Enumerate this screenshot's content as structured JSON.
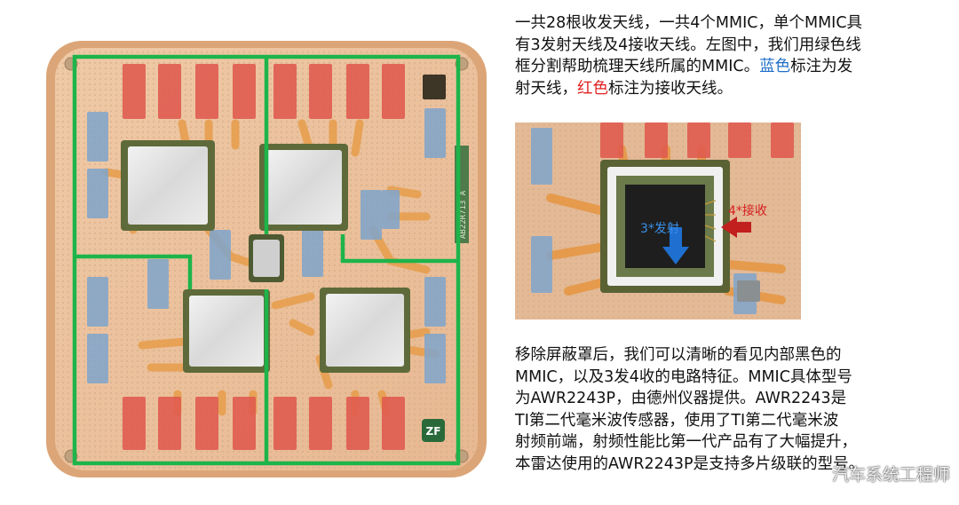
{
  "top_text": {
    "line1": "一共28根收发天线，一共4个MMIC，单个MMIC具",
    "line2": "有3发射天线及4接收天线。左图中，我们用绿色线",
    "line3": "框分割帮助梳理天线所属的MMIC。",
    "line3_blue": "蓝色",
    "line3_end": "标注为发",
    "line4_start": "射天线，",
    "line4_red": "红色",
    "line4_end": "标注为接收天线。"
  },
  "bottom_text": {
    "line1": "移除屏蔽罩后，我们可以清晰的看见内部黑色的",
    "line2": "MMIC，以及3发4收的电路特征。MMIC具体型号",
    "line3": "为AWR2243P，由德州仪器提供。AWR2243是",
    "line4": "TI第二代毫米波传感器，使用了TI第二代毫米波",
    "line5": "射频前端，射频性能比第一代产品有了大幅提升，",
    "line6": "本雷达使用的AWR2243P是支持多片级联的型号。"
  },
  "detail_labels": {
    "tx": "3*发射",
    "rx": "4*接收"
  },
  "board": {
    "silkscreen": "AB22R713 A",
    "logo": "ZF"
  },
  "watermark": "汽车系统工程师",
  "colors": {
    "pcb": "#e8b98f",
    "trace": "#e8a255",
    "board_edge": "#e0a878",
    "rx_antenna": "#e05a4f",
    "tx_antenna": "#7fa5cc",
    "shield": "#e8e8e8",
    "frame": "#1db44a",
    "mmic": "#222222",
    "blue_text": "#1f6fc7",
    "red_text": "#e02020"
  }
}
